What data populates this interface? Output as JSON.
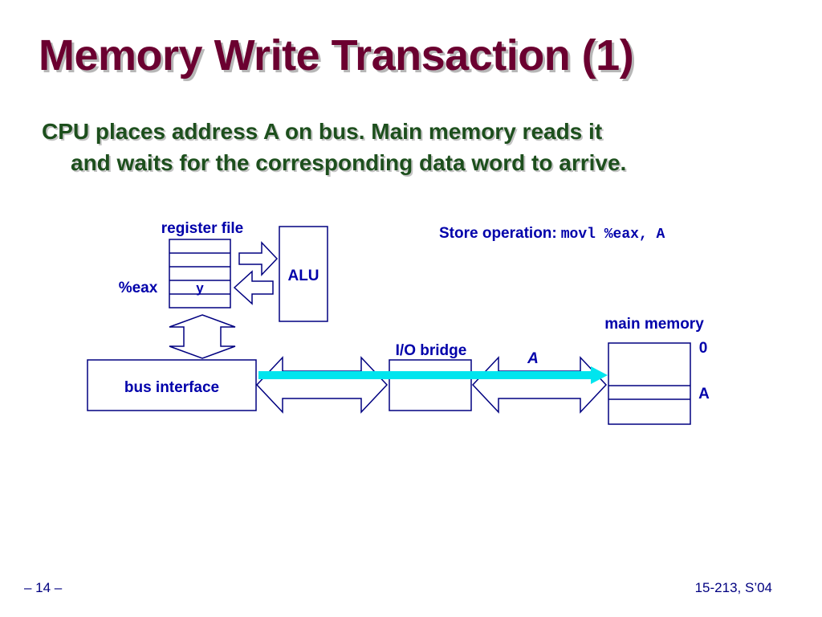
{
  "slide": {
    "title": "Memory Write Transaction (1)",
    "bullet_line1": "CPU places address A on bus. Main memory reads it",
    "bullet_line2": "and waits for the corresponding data word to arrive."
  },
  "diagram": {
    "register_file_label": "register file",
    "eax_label": "%eax",
    "eax_value": "y",
    "alu_label": "ALU",
    "bus_interface_label": "bus interface",
    "io_bridge_label": "I/O bridge",
    "bus_address_label": "A",
    "main_memory_label": "main memory",
    "memory_row0_label": "0",
    "memory_rowA_label": "A",
    "store_op_label": "Store operation:",
    "store_op_code": "movl %eax, A"
  },
  "footer": {
    "page_number": "– 14 –",
    "course": "15-213, S’04"
  },
  "colors": {
    "title": "#6b0030",
    "bullet_text": "#1d4f1d",
    "diagram_text": "#0000aa",
    "lines": "#000080",
    "address_signal": "#00e5ee"
  }
}
